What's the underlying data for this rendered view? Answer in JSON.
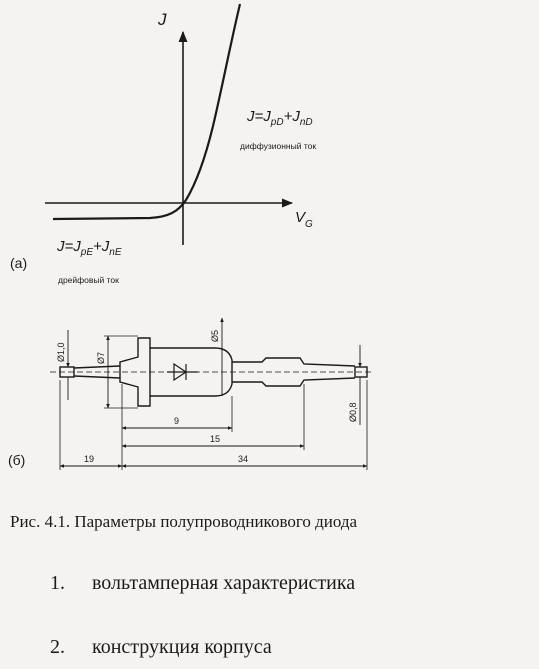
{
  "figure_a": {
    "label": "(а)",
    "y_axis": "J",
    "x_axis_main": "V",
    "x_axis_sub": "G",
    "forward_formula": {
      "lhs": "J=J",
      "sub1": "pD",
      "plus": "+J",
      "sub2": "nD"
    },
    "forward_note": "диффузионный ток",
    "reverse_formula": {
      "lhs": "J=J",
      "sub1": "pE",
      "plus": "+J",
      "sub2": "nE"
    },
    "reverse_note": "дрейфовый ток"
  },
  "figure_b": {
    "label": "(б)",
    "dims": {
      "d_lead": "Ø1,0",
      "d_body": "Ø7",
      "d_neck": "Ø5",
      "d_wire": "Ø0,8",
      "len_body": "9",
      "len_total": "15",
      "len_left": "19",
      "len_right": "34"
    }
  },
  "caption": "Рис. 4.1. Параметры полупроводникового диода",
  "items": [
    {
      "num": "1.",
      "text": "вольтамперная характеристика"
    },
    {
      "num": "2.",
      "text": "конструкция корпуса"
    }
  ]
}
